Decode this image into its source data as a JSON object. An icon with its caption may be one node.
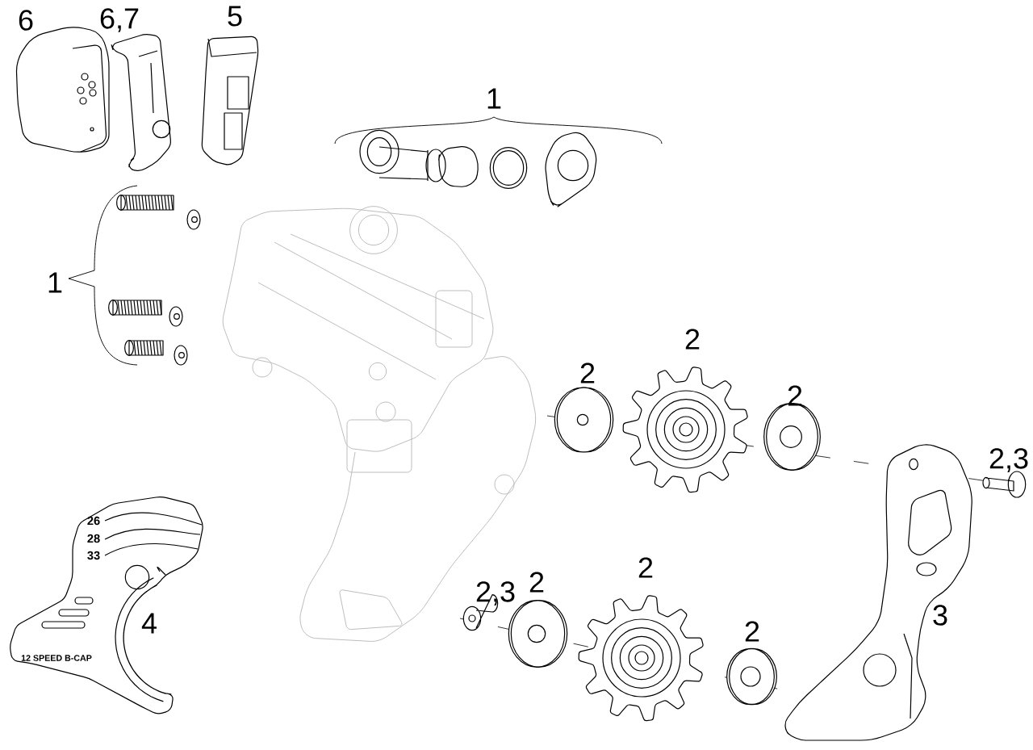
{
  "diagram": {
    "labels": [
      "6",
      "6,7",
      "5",
      "1",
      "1",
      "2",
      "2",
      "2",
      "2,3",
      "26",
      "28",
      "33",
      "2,3",
      "2",
      "2",
      "4",
      "2",
      "3",
      "12 SPEED B-CAP"
    ]
  }
}
